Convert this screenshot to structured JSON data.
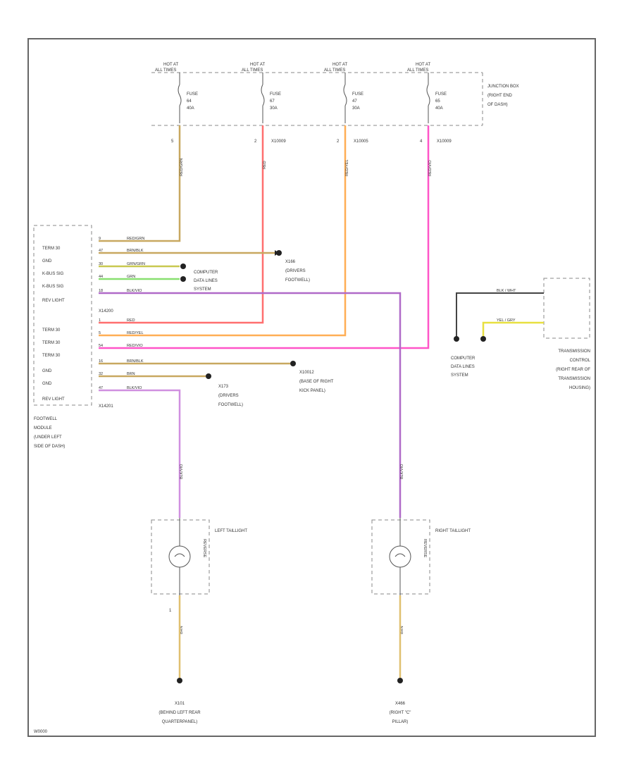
{
  "diagram": {
    "id_code": "W0000",
    "colors": {
      "frame": "#555555",
      "wire_red": "#ff6f6f",
      "wire_tan": "#c8a860",
      "wire_orange": "#ffae55",
      "wire_pink": "#ff55c8",
      "wire_violet": "#b06ac8",
      "wire_green": "#88e070",
      "wire_yellow": "#e8e040",
      "wire_dark": "#444444"
    },
    "fuses": [
      {
        "hot": "HOT AT",
        "hot2": "ALL TIMES",
        "name": "FUSE",
        "num": "64",
        "amps": "40A",
        "pin": "5",
        "conn": ""
      },
      {
        "hot": "HOT AT",
        "hot2": "ALL TIMES",
        "name": "FUSE",
        "num": "67",
        "amps": "30A",
        "pin": "2",
        "conn": "X10009"
      },
      {
        "hot": "HOT AT",
        "hot2": "ALL TIMES",
        "name": "FUSE",
        "num": "47",
        "amps": "30A",
        "pin": "2",
        "conn": "X10005"
      },
      {
        "hot": "HOT AT",
        "hot2": "ALL TIMES",
        "name": "FUSE",
        "num": "65",
        "amps": "40A",
        "pin": "4",
        "conn": "X10009"
      }
    ],
    "junction_box": [
      "JUNCTION BOX",
      "(RIGHT END",
      "OF DASH)"
    ],
    "vertical_wire_labels": [
      "RED/GRN",
      "RED",
      "RED/YEL",
      "RED/VIO"
    ],
    "module": {
      "terms": [
        "TERM 30",
        "GND",
        "K-BUS SIG",
        "K-BUS SIG",
        "REV LIGHT",
        "TERM 30",
        "TERM 30",
        "TERM 30",
        "GND",
        "GND",
        "REV LIGHT"
      ],
      "conn_upper": "X14200",
      "conn_lower": "X14201",
      "name": [
        "FOOTWELL",
        "MODULE",
        "(UNDER LEFT",
        "SIDE OF DASH)"
      ]
    },
    "module_wires": [
      {
        "pin": "9",
        "label": "RED/GRN"
      },
      {
        "pin": "47",
        "label": "BRN/BLK"
      },
      {
        "pin": "30",
        "label": "GRN/GRN"
      },
      {
        "pin": "44",
        "label": "GRN"
      },
      {
        "pin": "18",
        "label": "BLK/VIO"
      },
      {
        "pin": "1",
        "label": "RED"
      },
      {
        "pin": "5",
        "label": "RED/YEL"
      },
      {
        "pin": "54",
        "label": "RED/VIO"
      },
      {
        "pin": "16",
        "label": "BRN/BLK"
      },
      {
        "pin": "32",
        "label": "BRN"
      },
      {
        "pin": "47",
        "label": "BLK/VIO"
      }
    ],
    "ground_x166": [
      "X166",
      "(DRIVERS",
      "FOOTWELL)"
    ],
    "computer_data_lines": [
      "COMPUTER",
      "DATA LINES",
      "SYSTEM"
    ],
    "ground_x10012": [
      "X10012",
      "(BASE OF RIGHT",
      "KICK PANEL)"
    ],
    "ground_x173": [
      "X173",
      "(DRIVERS",
      "FOOTWELL)"
    ],
    "transmission": {
      "wire1": "BLK / WHT",
      "wire2": "YEL / GRY",
      "name": [
        "TRANSMISSION",
        "CONTROL",
        "(RIGHT REAR OF",
        "TRANSMISSION",
        "HOUSING)"
      ],
      "cdl": [
        "COMPUTER",
        "DATA LINES",
        "SYSTEM"
      ]
    },
    "lower_wire_labels": [
      "BLK/VIO",
      "BLK/VIO",
      "BRN",
      "BRN"
    ],
    "left_taillight": {
      "name": "LEFT TAILLIGHT",
      "bulb": "REVERSE",
      "pin": "1"
    },
    "right_taillight": {
      "name": "RIGHT TAILLIGHT",
      "bulb": "REVERSE",
      "pin": ""
    },
    "ground_left": [
      "X101",
      "(BEHIND LEFT REAR",
      "QUARTERPANEL)"
    ],
    "ground_right": [
      "X466",
      "(RIGHT \"C\"",
      "PILLAR)"
    ]
  }
}
